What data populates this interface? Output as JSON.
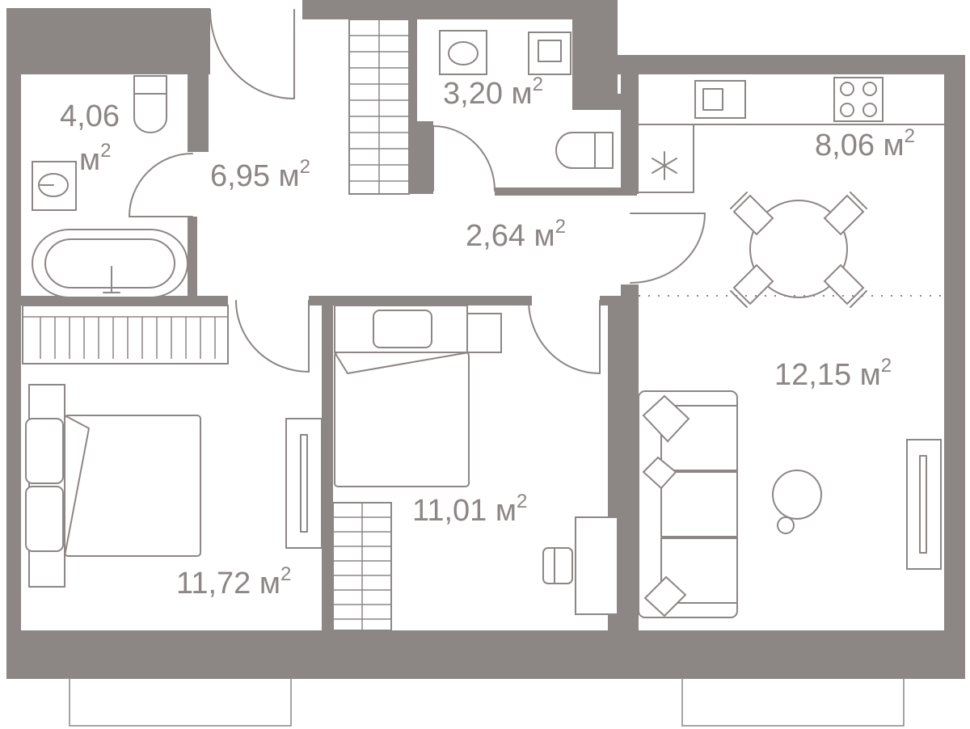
{
  "rooms": [
    {
      "id": "bathroom",
      "area": "4,06",
      "unit": "м",
      "power": "2"
    },
    {
      "id": "hall",
      "area": "6,95",
      "unit": "м",
      "power": "2"
    },
    {
      "id": "wc",
      "area": "3,20",
      "unit": "м",
      "power": "2"
    },
    {
      "id": "corridor",
      "area": "2,64",
      "unit": "м",
      "power": "2"
    },
    {
      "id": "kitchen",
      "area": "8,06",
      "unit": "м",
      "power": "2"
    },
    {
      "id": "living",
      "area": "12,15",
      "unit": "м",
      "power": "2"
    },
    {
      "id": "bedroom-left",
      "area": "11,72",
      "unit": "м",
      "power": "2"
    },
    {
      "id": "bedroom-middle",
      "area": "11,01",
      "unit": "м",
      "power": "2"
    }
  ],
  "colors": {
    "wall": "#8c8685",
    "background": "#ffffff"
  },
  "icons": [
    "door-swing-icon",
    "toilet-icon",
    "sink-icon",
    "bathtub-icon",
    "stove-icon",
    "snowflake-icon",
    "dining-table-icon",
    "chair-icon",
    "bed-icon",
    "pillow-icon",
    "sofa-icon",
    "wardrobe-icon",
    "desk-icon",
    "tv-icon",
    "window-icon"
  ]
}
